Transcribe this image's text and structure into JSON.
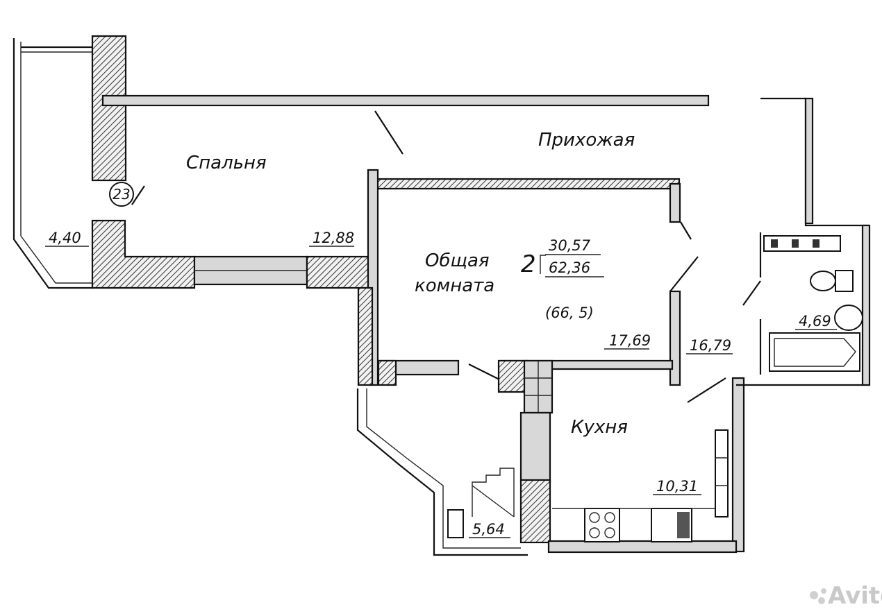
{
  "rooms": {
    "bedroom": "Спальня",
    "hallway": "Прихожая",
    "living_line1": "Общая",
    "living_line2": "комната",
    "kitchen": "Кухня"
  },
  "areas": {
    "balcony_left": "4,40",
    "bedroom": "12,88",
    "living": "17,69",
    "hallway": "16,79",
    "bathroom": "4,69",
    "kitchen": "10,31",
    "balcony_kitchen": "5,64"
  },
  "apartment": {
    "room_count": "2",
    "living_area": "30,57",
    "total_area": "62,36",
    "total_with_balconies": "(66, 5)"
  },
  "marker": {
    "number": "23"
  },
  "watermark": "Avito"
}
